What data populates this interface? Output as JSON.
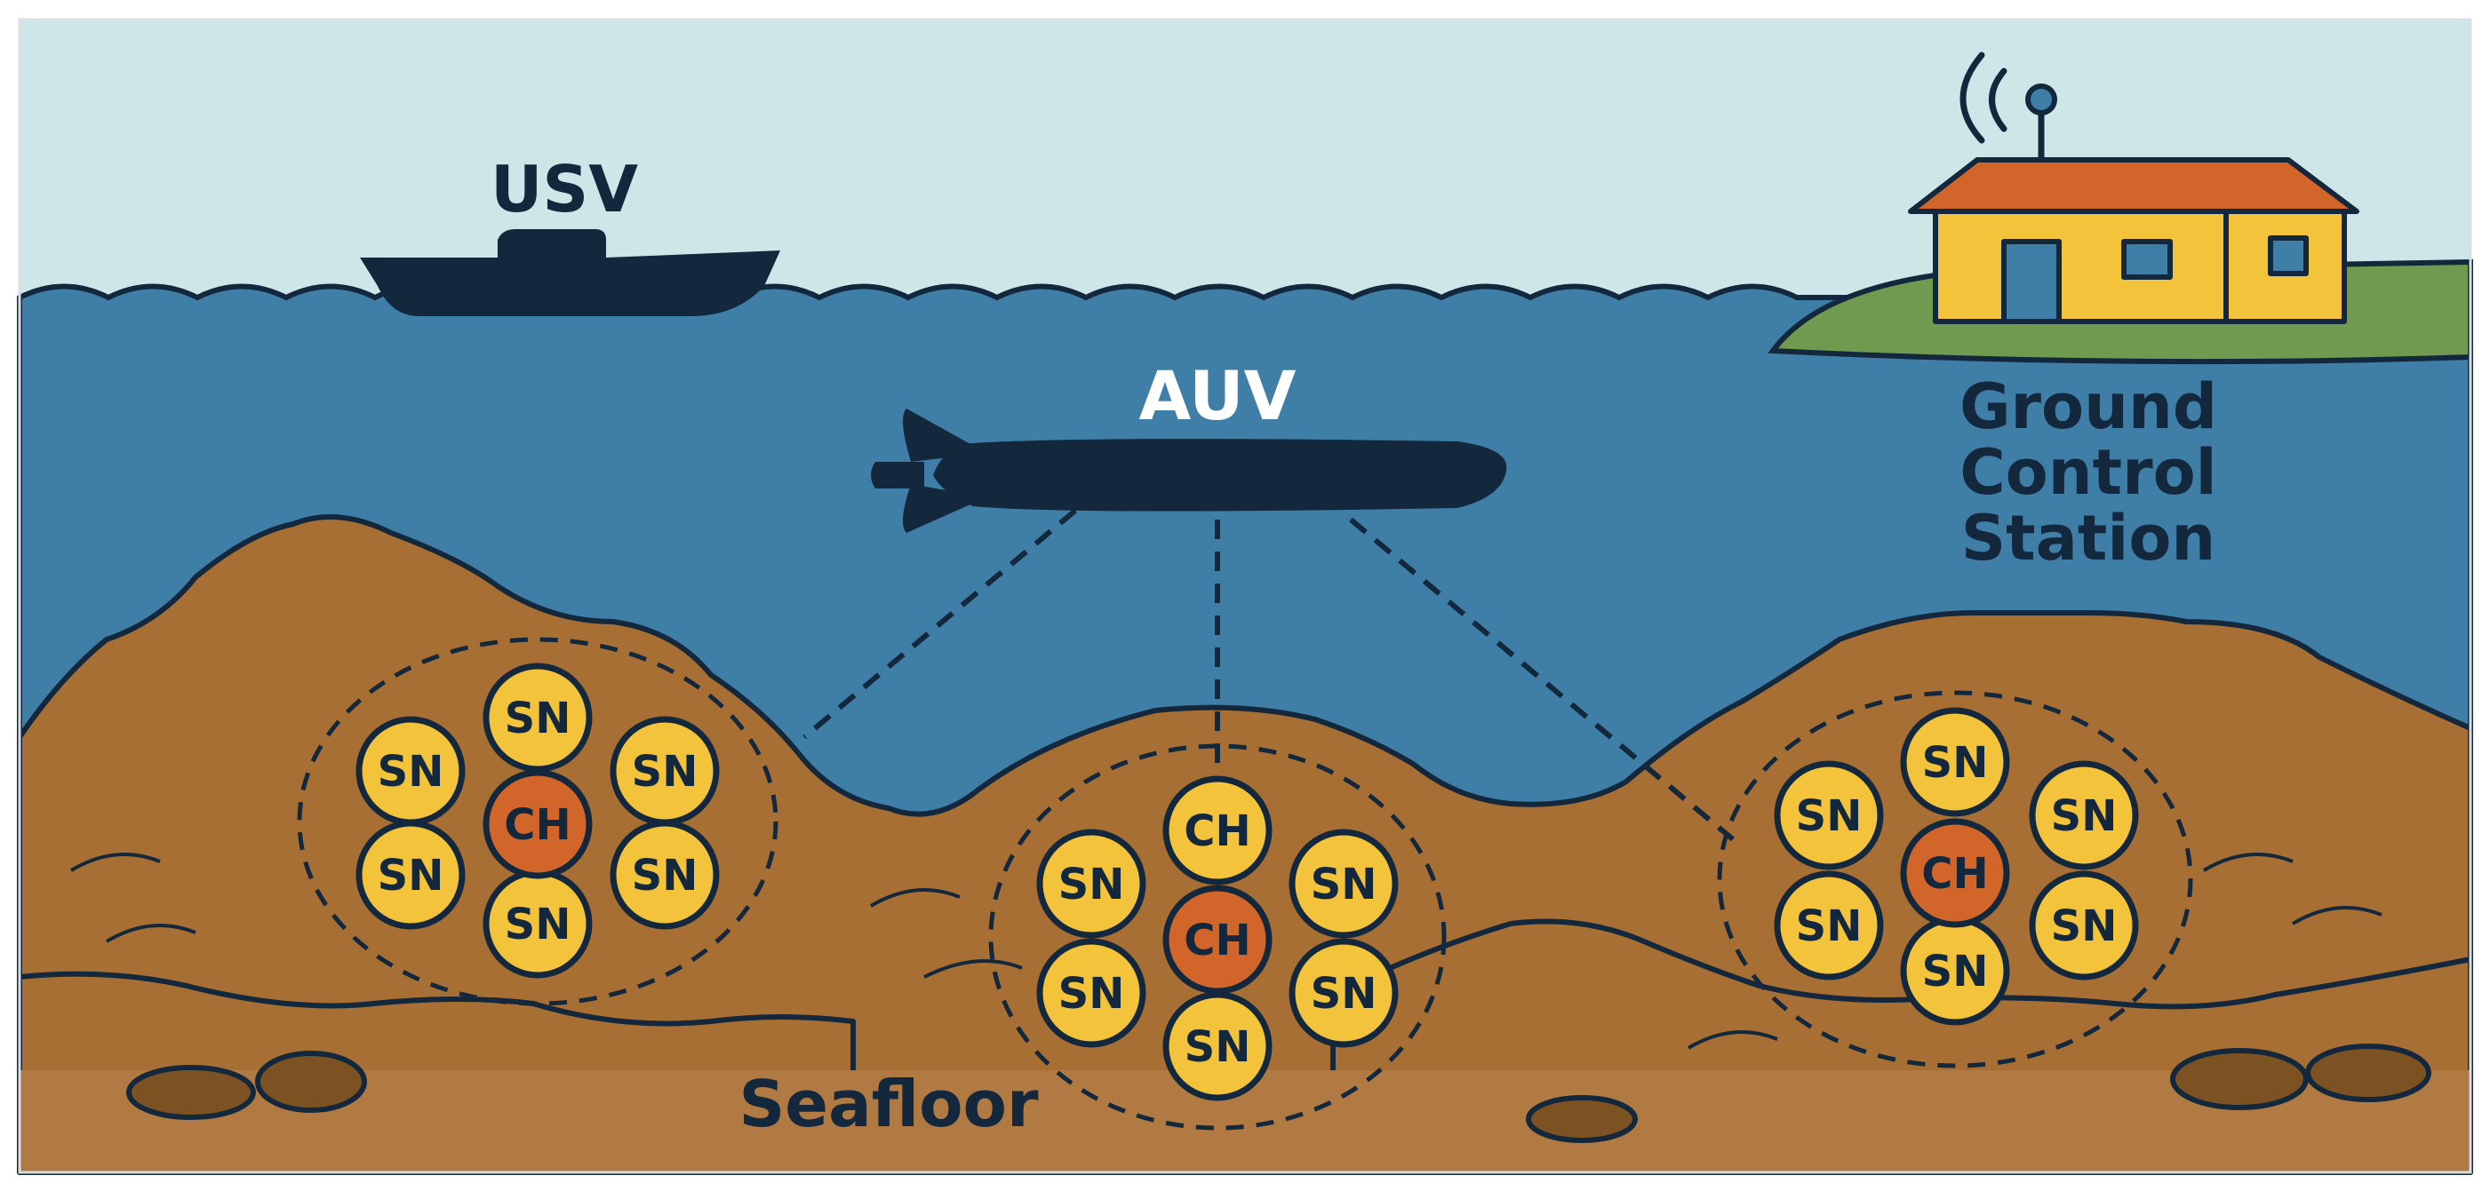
{
  "labels": {
    "usv": "USV",
    "auv": "AUV",
    "ground_station_lines": [
      "Ground",
      "Control",
      "Station"
    ],
    "seafloor": "Seafloor"
  },
  "colors": {
    "sky": "#cde7e9",
    "water": "#3f7ea6",
    "sediment": "#a86f34",
    "sediment_dark": "#7d5222",
    "outline": "#13283c",
    "sensor_node": "#f2c33b",
    "cluster_head": "#d2662a",
    "house_wall": "#f2c33b",
    "house_roof": "#d2662a",
    "grass": "#6f9a4f"
  },
  "clusters": [
    {
      "name": "left-cluster",
      "center_node": "CH",
      "ring_nodes": [
        "SN",
        "SN",
        "SN",
        "SN",
        "SN",
        "SN"
      ]
    },
    {
      "name": "middle-cluster",
      "center_node": "CH",
      "ring_nodes": [
        "CH",
        "SN",
        "SN",
        "SN",
        "SN",
        "SN"
      ]
    },
    {
      "name": "right-cluster",
      "center_node": "CH",
      "ring_nodes": [
        "SN",
        "SN",
        "SN",
        "SN",
        "SN",
        "SN"
      ]
    }
  ]
}
